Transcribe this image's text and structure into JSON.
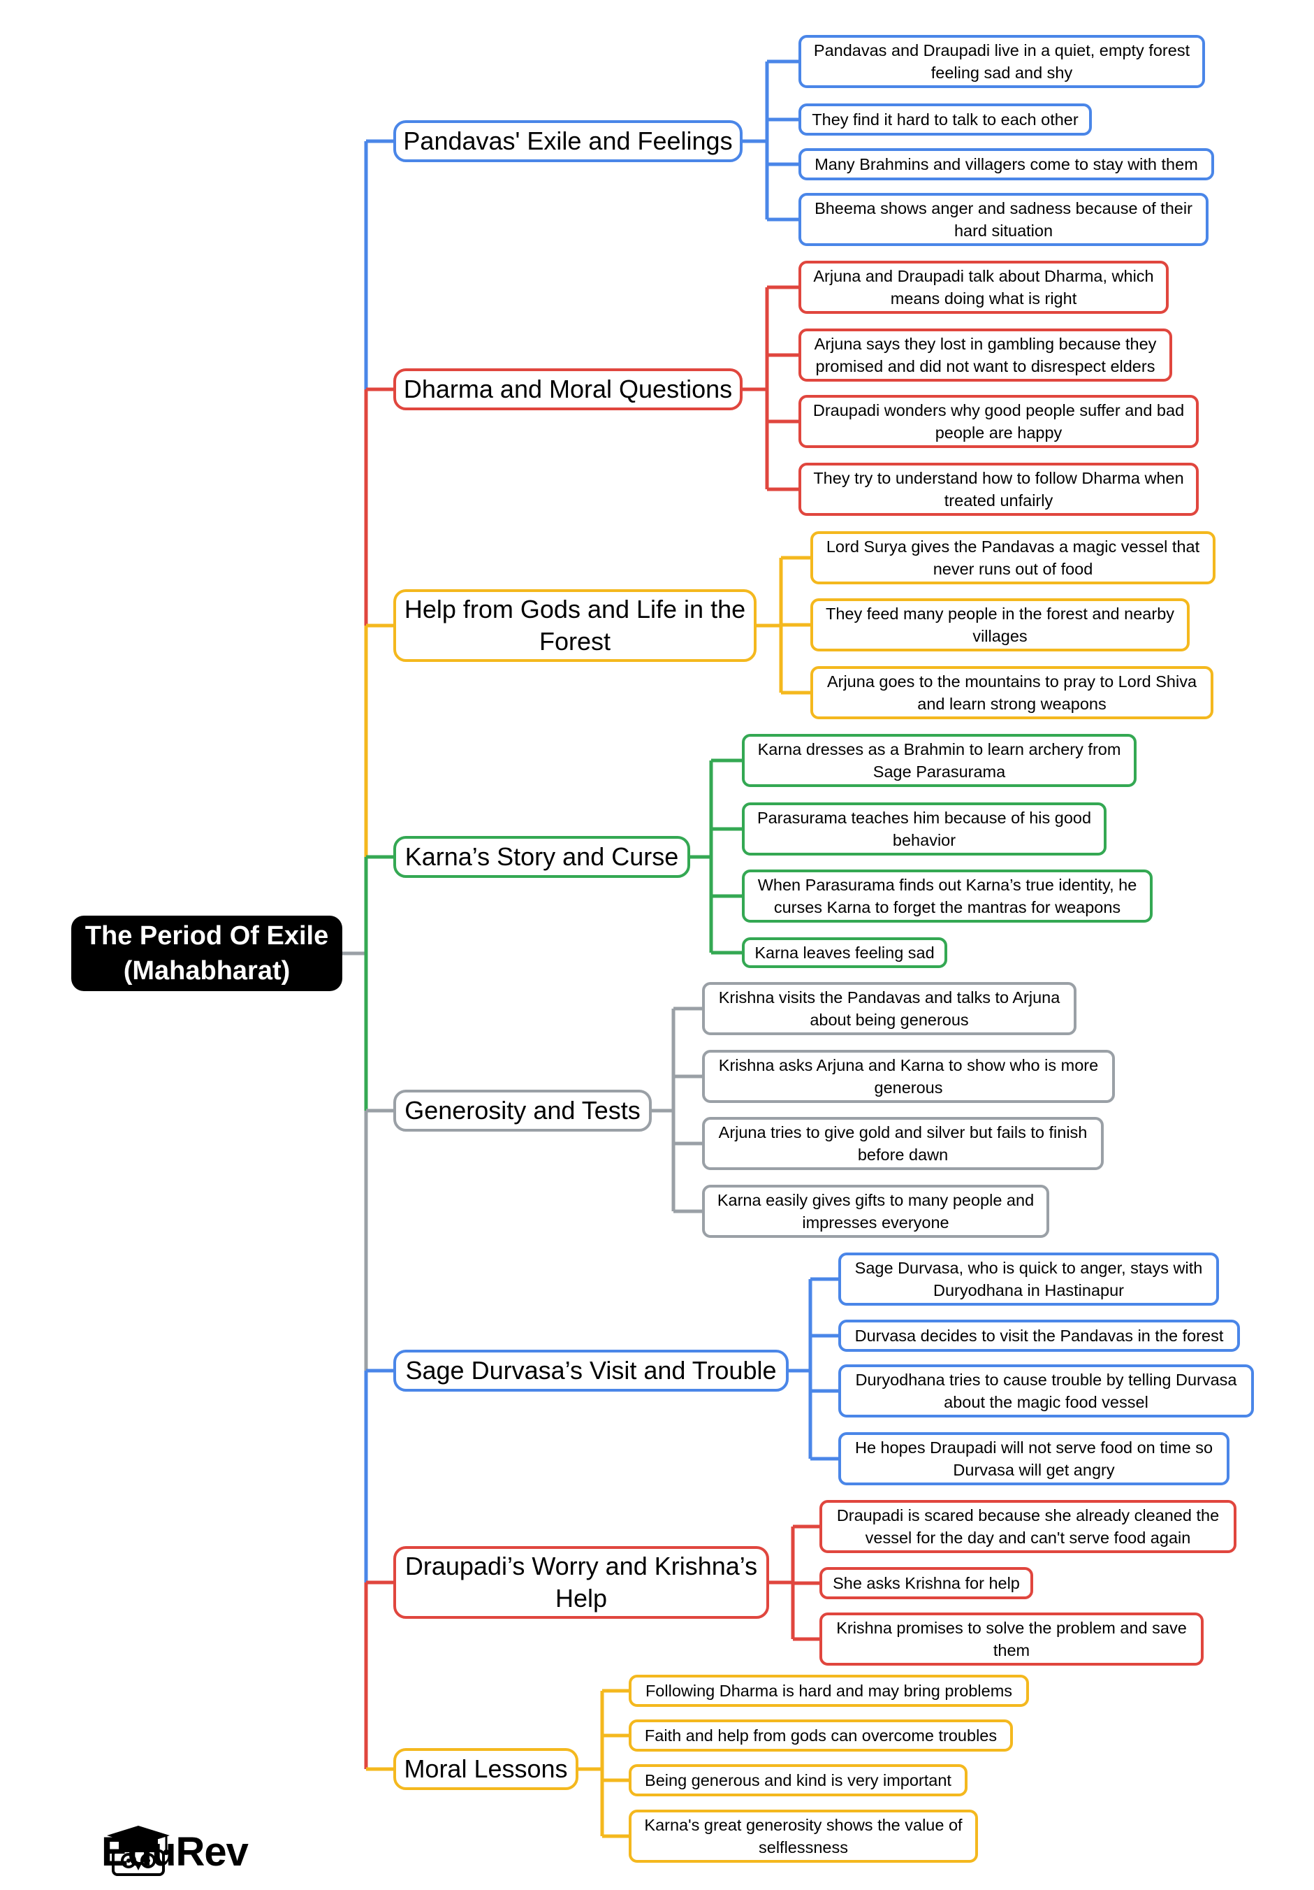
{
  "root": "The Period Of Exile (Mahabharat)",
  "colors": {
    "blue": "#4a86e8",
    "red": "#e0463e",
    "yellow": "#f4b81e",
    "green": "#34a853",
    "gray": "#9aa0a6"
  },
  "branches": [
    {
      "label": "Pandavas' Exile and Feelings",
      "color": "#4a86e8",
      "children": [
        "Pandavas and Draupadi live in a quiet, empty forest feeling sad and shy",
        "They find it hard to talk to each other",
        "Many Brahmins and villagers come to stay with them",
        "Bheema shows anger and sadness because of their hard situation"
      ]
    },
    {
      "label": "Dharma and Moral Questions",
      "color": "#e0463e",
      "children": [
        "Arjuna and Draupadi talk about Dharma, which means doing what is right",
        "Arjuna says they lost in gambling because they promised and did not want to disrespect elders",
        "Draupadi wonders why good people suffer and bad people are happy",
        "They try to understand how to follow Dharma when treated unfairly"
      ]
    },
    {
      "label": "Help from Gods and Life in the Forest",
      "color": "#f4b81e",
      "children": [
        "Lord Surya gives the Pandavas a magic vessel that never runs out of food",
        "They feed many people in the forest and nearby villages",
        "Arjuna goes to the mountains to pray to Lord Shiva and learn strong weapons"
      ]
    },
    {
      "label": "Karna’s Story and Curse",
      "color": "#34a853",
      "children": [
        "Karna dresses as a Brahmin to learn archery from Sage Parasurama",
        "Parasurama teaches him because of his good behavior",
        "When Parasurama finds out Karna’s true identity, he curses Karna to forget the mantras for weapons",
        "Karna leaves feeling sad"
      ]
    },
    {
      "label": "Generosity and Tests",
      "color": "#9aa0a6",
      "children": [
        "Krishna visits the Pandavas and talks to Arjuna about being generous",
        "Krishna asks Arjuna and Karna to show who is more generous",
        "Arjuna tries to give gold and silver but fails to finish before dawn",
        "Karna easily gives gifts to many people and impresses everyone"
      ]
    },
    {
      "label": "Sage Durvasa’s Visit and Trouble",
      "color": "#4a86e8",
      "children": [
        "Sage Durvasa, who is quick to anger, stays with Duryodhana in Hastinapur",
        "Durvasa decides to visit the Pandavas in the forest",
        "Duryodhana tries to cause trouble by telling Durvasa about the magic food vessel",
        "He hopes Draupadi will not serve food on time so Durvasa will get angry"
      ]
    },
    {
      "label": "Draupadi’s Worry and Krishna’s Help",
      "color": "#e0463e",
      "children": [
        "Draupadi is scared because she already cleaned the vessel for the day and can't serve food again",
        "She asks Krishna for help",
        "Krishna promises to solve the problem and save them"
      ]
    },
    {
      "label": "Moral Lessons",
      "color": "#f4b81e",
      "children": [
        "Following Dharma is hard and may bring problems",
        "Faith and help from gods can overcome troubles",
        "Being generous and kind is very important",
        "Karna's great generosity shows the value of selflessness"
      ]
    }
  ],
  "logo": {
    "text": "EduRev",
    "icon": "graduate-owl-icon"
  }
}
